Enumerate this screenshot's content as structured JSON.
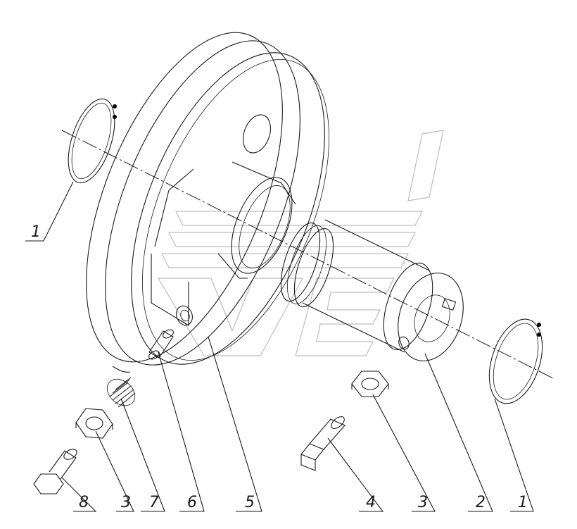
{
  "callouts": [
    {
      "id": "c1a",
      "text": "1"
    },
    {
      "id": "c8",
      "text": "8"
    },
    {
      "id": "c3a",
      "text": "3"
    },
    {
      "id": "c7",
      "text": "7"
    },
    {
      "id": "c6",
      "text": "6"
    },
    {
      "id": "c5",
      "text": "5"
    },
    {
      "id": "c4",
      "text": "4"
    },
    {
      "id": "c3b",
      "text": "3"
    },
    {
      "id": "c2",
      "text": "2"
    },
    {
      "id": "c1b",
      "text": "1"
    }
  ]
}
